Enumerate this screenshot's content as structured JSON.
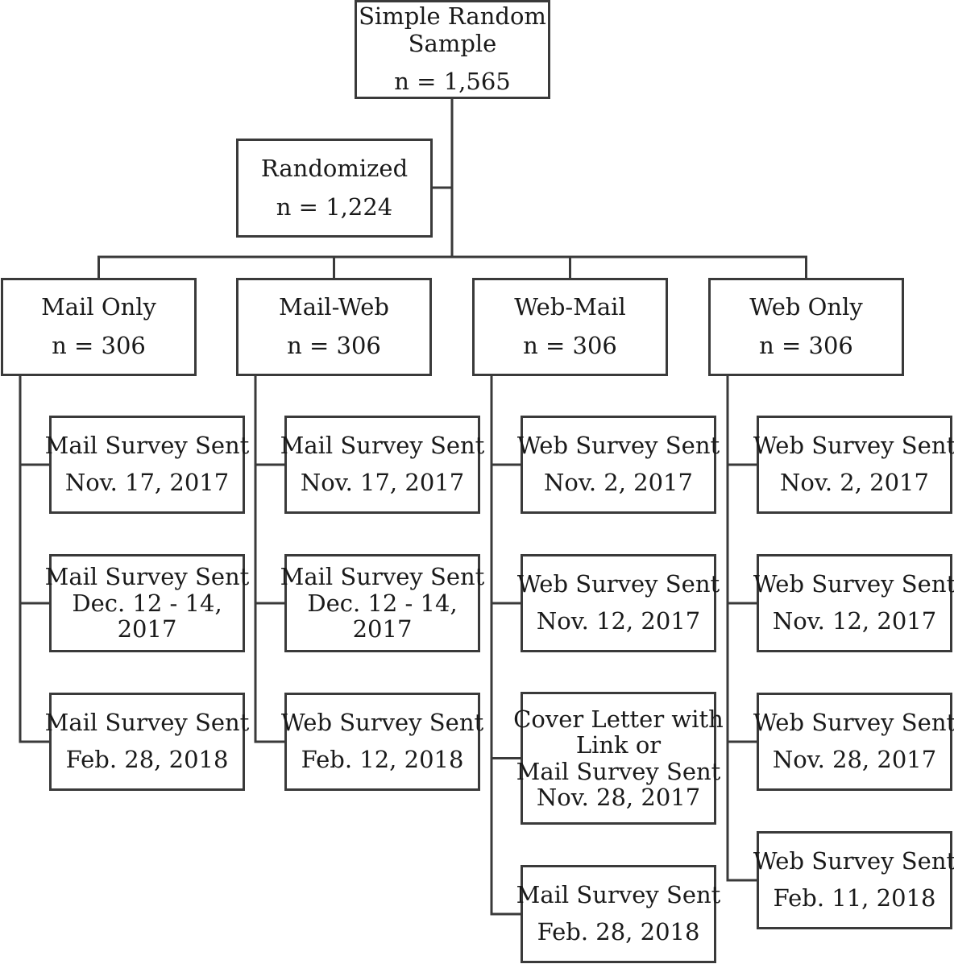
{
  "root": {
    "line1": "Simple Random",
    "line2": "Sample",
    "count": "n = 1,565"
  },
  "randomized": {
    "label": "Randomized",
    "count": "n = 1,224"
  },
  "groups": [
    {
      "label": "Mail Only",
      "count": "n = 306",
      "steps": [
        [
          "Mail Survey Sent",
          "Nov. 17, 2017"
        ],
        [
          "Mail Survey Sent",
          "Dec. 12 - 14,",
          "2017"
        ],
        [
          "Mail Survey Sent",
          "Feb. 28, 2018"
        ]
      ]
    },
    {
      "label": "Mail-Web",
      "count": "n = 306",
      "steps": [
        [
          "Mail Survey Sent",
          "Nov. 17, 2017"
        ],
        [
          "Mail Survey Sent",
          "Dec. 12 - 14,",
          "2017"
        ],
        [
          "Web Survey Sent",
          "Feb. 12, 2018"
        ]
      ]
    },
    {
      "label": "Web-Mail",
      "count": "n = 306",
      "steps": [
        [
          "Web Survey Sent",
          "Nov. 2, 2017"
        ],
        [
          "Web Survey Sent",
          "Nov. 12, 2017"
        ],
        [
          "Cover Letter with",
          "Link or",
          "Mail Survey Sent",
          "Nov. 28, 2017"
        ],
        [
          "Mail Survey Sent",
          "Feb. 28, 2018"
        ]
      ]
    },
    {
      "label": "Web Only",
      "count": "n = 306",
      "steps": [
        [
          "Web Survey Sent",
          "Nov. 2, 2017"
        ],
        [
          "Web Survey Sent",
          "Nov. 12, 2017"
        ],
        [
          "Web Survey Sent",
          "Nov. 28, 2017"
        ],
        [
          "Web Survey Sent",
          "Feb. 11, 2018"
        ]
      ]
    }
  ]
}
